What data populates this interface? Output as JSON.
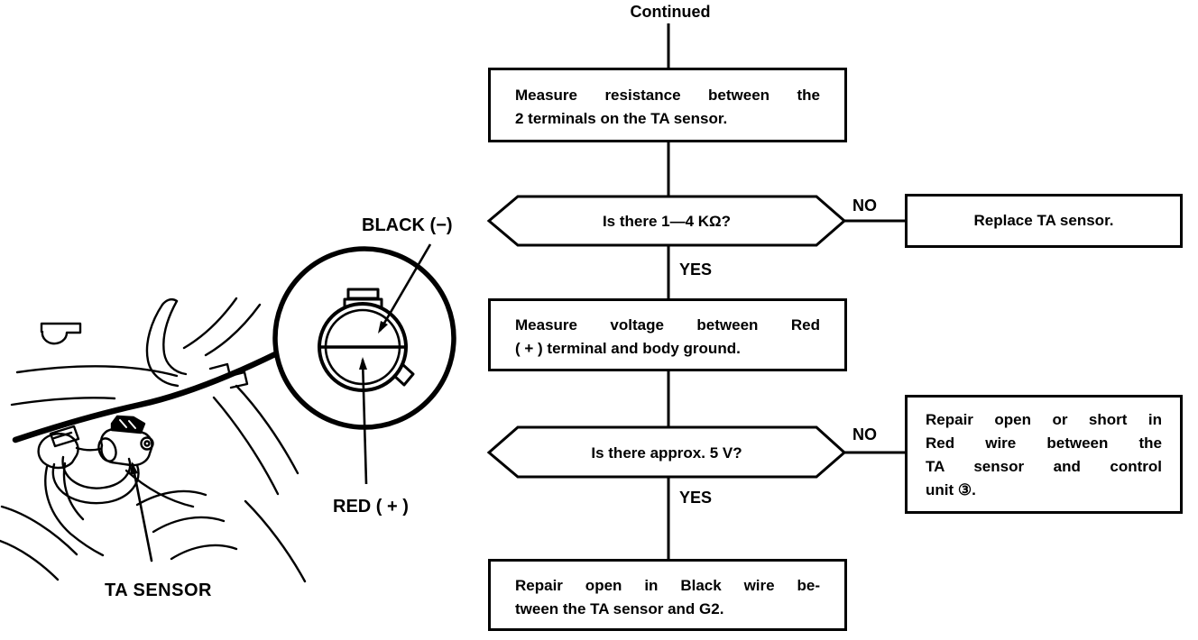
{
  "colors": {
    "ink": "#000000",
    "paper": "#ffffff"
  },
  "flowchart": {
    "continued_label": "Continued",
    "no_label": "NO",
    "yes_label": "YES",
    "boxes": {
      "measure_resistance": {
        "lines": [
          "Measure resistance between the",
          "2 terminals on the TA sensor."
        ]
      },
      "replace_sensor": {
        "label": "Replace TA sensor."
      },
      "measure_voltage": {
        "lines": [
          "Measure voltage between Red",
          "( + ) terminal and body ground."
        ]
      },
      "repair_red_wire": {
        "lines": [
          "Repair open or short in",
          "Red wire between the",
          "TA sensor and control",
          "unit ③."
        ]
      },
      "repair_black_wire": {
        "lines": [
          "Repair open in Black wire be-",
          "tween the TA sensor and G2."
        ]
      }
    },
    "decisions": {
      "resistance": {
        "question": "Is there 1—4 KΩ?"
      },
      "voltage": {
        "question": "Is there approx. 5 V?"
      }
    }
  },
  "illustration": {
    "black_label": "BLACK (−)",
    "red_label": "RED ( + )",
    "sensor_label": "TA SENSOR"
  }
}
